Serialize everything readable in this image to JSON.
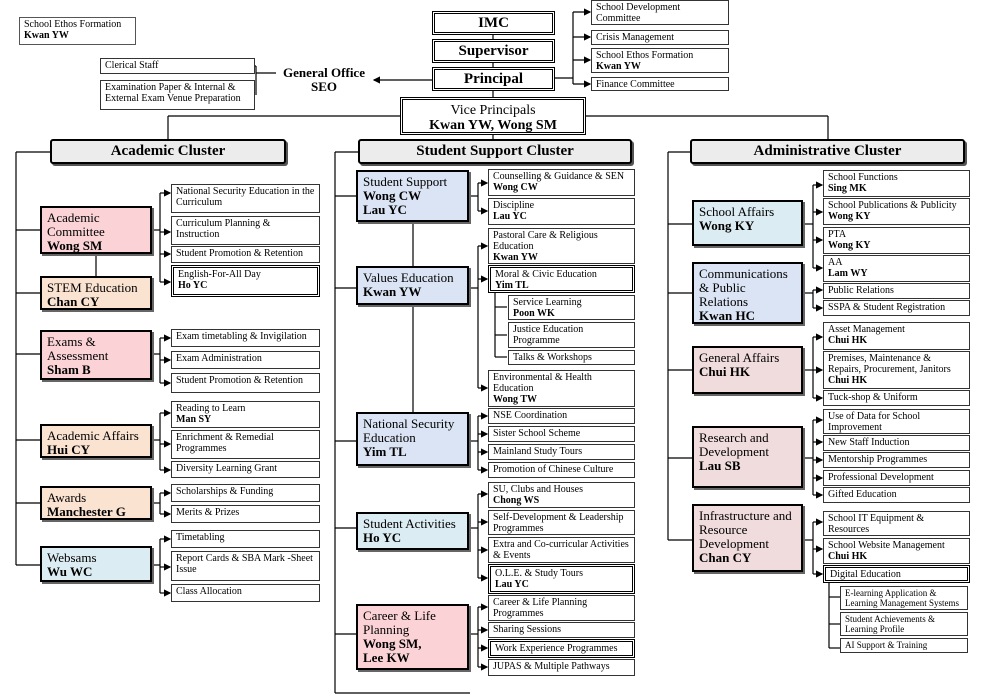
{
  "top_left_note": {
    "line1": "School Ethos Formation",
    "line2": "Kwan YW"
  },
  "imc": "IMC",
  "supervisor": "Supervisor",
  "principal": "Principal",
  "committees": [
    {
      "label": "School Development Committee",
      "person": ""
    },
    {
      "label": "Crisis Management",
      "person": ""
    },
    {
      "label": "School Ethos Formation",
      "person": "Kwan YW"
    },
    {
      "label": "Finance Committee",
      "person": ""
    }
  ],
  "general_office": {
    "title": "General Office",
    "person": "SEO"
  },
  "clerical": "Clerical Staff",
  "exam_paper": "Examination Paper & Internal & External Exam Venue Preparation",
  "vice_principals": {
    "title": "Vice Principals",
    "person": "Kwan YW, Wong SM"
  },
  "clusters": {
    "academic": "Academic Cluster",
    "student": "Student Support Cluster",
    "admin": "Administrative Cluster"
  },
  "academic_units": [
    {
      "name": "Academic Committee",
      "person": "Wong SM"
    },
    {
      "name": "STEM Education",
      "person": "Chan CY"
    },
    {
      "name": "Exams & Assessment",
      "person": "Sham B"
    },
    {
      "name": "Academic Affairs",
      "person": "Hui CY"
    },
    {
      "name": "Awards",
      "person": "Manchester G"
    },
    {
      "name": "Websams",
      "person": "Wu WC"
    }
  ],
  "academic_tasks": [
    {
      "label": "National Security Education in the Curriculum",
      "person": ""
    },
    {
      "label": "Curriculum Planning & Instruction",
      "person": ""
    },
    {
      "label": "Student Promotion & Retention",
      "person": ""
    },
    {
      "label": "English-For-All Day",
      "person": "Ho YC"
    },
    {
      "label": "Exam timetabling & Invigilation",
      "person": ""
    },
    {
      "label": "Exam Administration",
      "person": ""
    },
    {
      "label": "Student Promotion & Retention",
      "person": ""
    },
    {
      "label": "Reading to Learn",
      "person": "Man SY"
    },
    {
      "label": "Enrichment & Remedial Programmes",
      "person": ""
    },
    {
      "label": "Diversity Learning Grant",
      "person": ""
    },
    {
      "label": "Scholarships & Funding",
      "person": ""
    },
    {
      "label": "Merits & Prizes",
      "person": ""
    },
    {
      "label": "Timetabling",
      "person": ""
    },
    {
      "label": "Report Cards & SBA Mark -Sheet Issue",
      "person": ""
    },
    {
      "label": "Class Allocation",
      "person": ""
    }
  ],
  "student_units": [
    {
      "name": "Student Support",
      "person": "Wong CW Lau YC"
    },
    {
      "name": "Values Education",
      "person": "Kwan YW"
    },
    {
      "name": "National Security Education",
      "person": "Yim TL"
    },
    {
      "name": "Student Activities",
      "person": "Ho YC"
    },
    {
      "name": "Career & Life Planning",
      "person": "Wong SM, Lee KW"
    }
  ],
  "student_tasks": [
    {
      "label": "Counselling & Guidance & SEN",
      "person": "Wong CW"
    },
    {
      "label": "Discipline",
      "person": "Lau YC"
    },
    {
      "label": "Pastoral Care & Religious Education",
      "person": "Kwan YW"
    },
    {
      "label": "Moral & Civic Education",
      "person": "Yim TL"
    },
    {
      "label": "Service Learning",
      "person": "Poon WK"
    },
    {
      "label": "Justice Education Programme",
      "person": ""
    },
    {
      "label": "Talks & Workshops",
      "person": ""
    },
    {
      "label": "Environmental & Health Education",
      "person": "Wong TW"
    },
    {
      "label": "NSE Coordination",
      "person": ""
    },
    {
      "label": "Sister School Scheme",
      "person": ""
    },
    {
      "label": "Mainland Study Tours",
      "person": ""
    },
    {
      "label": "Promotion of Chinese Culture",
      "person": ""
    },
    {
      "label": "SU, Clubs and Houses",
      "person": "Chong WS"
    },
    {
      "label": "Self-Development & Leadership Programmes",
      "person": ""
    },
    {
      "label": "Extra and Co-curricular Activities & Events",
      "person": ""
    },
    {
      "label": "O.L.E. & Study Tours",
      "person": "Lau YC"
    },
    {
      "label": "Career & Life Planning Programmes",
      "person": ""
    },
    {
      "label": "Sharing Sessions",
      "person": ""
    },
    {
      "label": "Work Experience Programmes",
      "person": ""
    },
    {
      "label": "JUPAS & Multiple Pathways",
      "person": ""
    }
  ],
  "admin_units": [
    {
      "name": "School Affairs",
      "person": "Wong KY"
    },
    {
      "name": "Communications & Public Relations",
      "person": "Kwan HC"
    },
    {
      "name": "General Affairs",
      "person": "Chui HK"
    },
    {
      "name": "Research and Development",
      "person": "Lau SB"
    },
    {
      "name": "Infrastructure and Resource Development",
      "person": "Chan CY"
    }
  ],
  "admin_tasks": [
    {
      "label": "School Functions",
      "person": "Sing MK"
    },
    {
      "label": "School Publications & Publicity",
      "person": "Wong KY"
    },
    {
      "label": "PTA",
      "person": "Wong KY"
    },
    {
      "label": "AA",
      "person": "Lam WY"
    },
    {
      "label": "Public Relations",
      "person": ""
    },
    {
      "label": "SSPA & Student Registration",
      "person": ""
    },
    {
      "label": "Asset Management",
      "person": "Chui HK"
    },
    {
      "label": "Premises, Maintenance & Repairs, Procurement, Janitors",
      "person": "Chui HK"
    },
    {
      "label": "Tuck-shop & Uniform",
      "person": ""
    },
    {
      "label": "Use of Data for School Improvement",
      "person": ""
    },
    {
      "label": "New Staff Induction",
      "person": ""
    },
    {
      "label": "Mentorship Programmes",
      "person": ""
    },
    {
      "label": "Professional Development",
      "person": ""
    },
    {
      "label": "Gifted Education",
      "person": ""
    },
    {
      "label": "School IT Equipment & Resources",
      "person": ""
    },
    {
      "label": "School Website Management",
      "person": "Chui HK"
    },
    {
      "label": "Digital Education",
      "person": ""
    },
    {
      "label": "E-learning Application & Learning Management Systems",
      "person": ""
    },
    {
      "label": "Student Achievements & Learning Profile",
      "person": ""
    },
    {
      "label": "AI Support & Training",
      "person": ""
    }
  ],
  "colors": {
    "pink": "#fbd3d6",
    "peach": "#fbe3d2",
    "blue": "#dbe4f4",
    "cyan": "#dcecf3",
    "rose": "#f0dbdd"
  }
}
